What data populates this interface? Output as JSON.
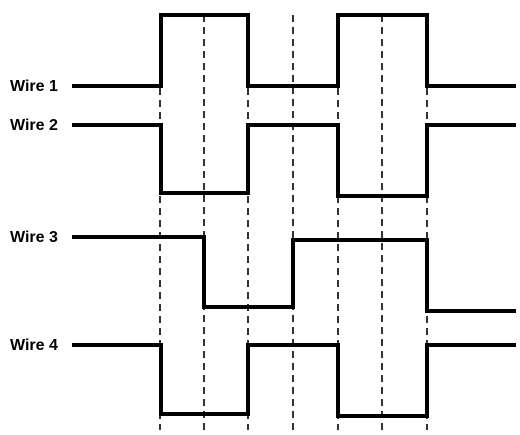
{
  "wires": [
    {
      "label": "Wire 1"
    },
    {
      "label": "Wire 2"
    },
    {
      "label": "Wire 3"
    },
    {
      "label": "Wire 4"
    }
  ]
}
